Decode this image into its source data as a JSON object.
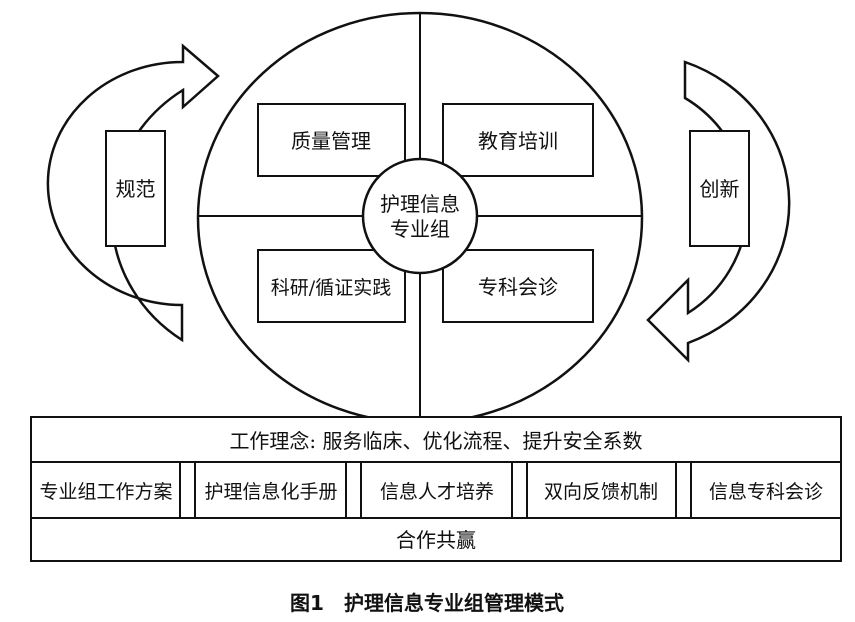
{
  "quadrants": {
    "top_left": "质量管理",
    "top_right": "教育培训",
    "bottom_left": "科研/循证实践",
    "bottom_right": "专科会诊"
  },
  "center": {
    "line1": "护理信息",
    "line2": "专业组"
  },
  "left_arrow_label": "规范",
  "right_arrow_label": "创新",
  "base": {
    "philosophy": "工作理念: 服务临床、优化流程、提升安全系数",
    "pillars": [
      "专业组工作方案",
      "护理信息化手册",
      "信息人才培养",
      "双向反馈机制",
      "信息专科会诊"
    ],
    "foundation": "合作共赢"
  },
  "caption": "图1　护理信息专业组管理模式"
}
